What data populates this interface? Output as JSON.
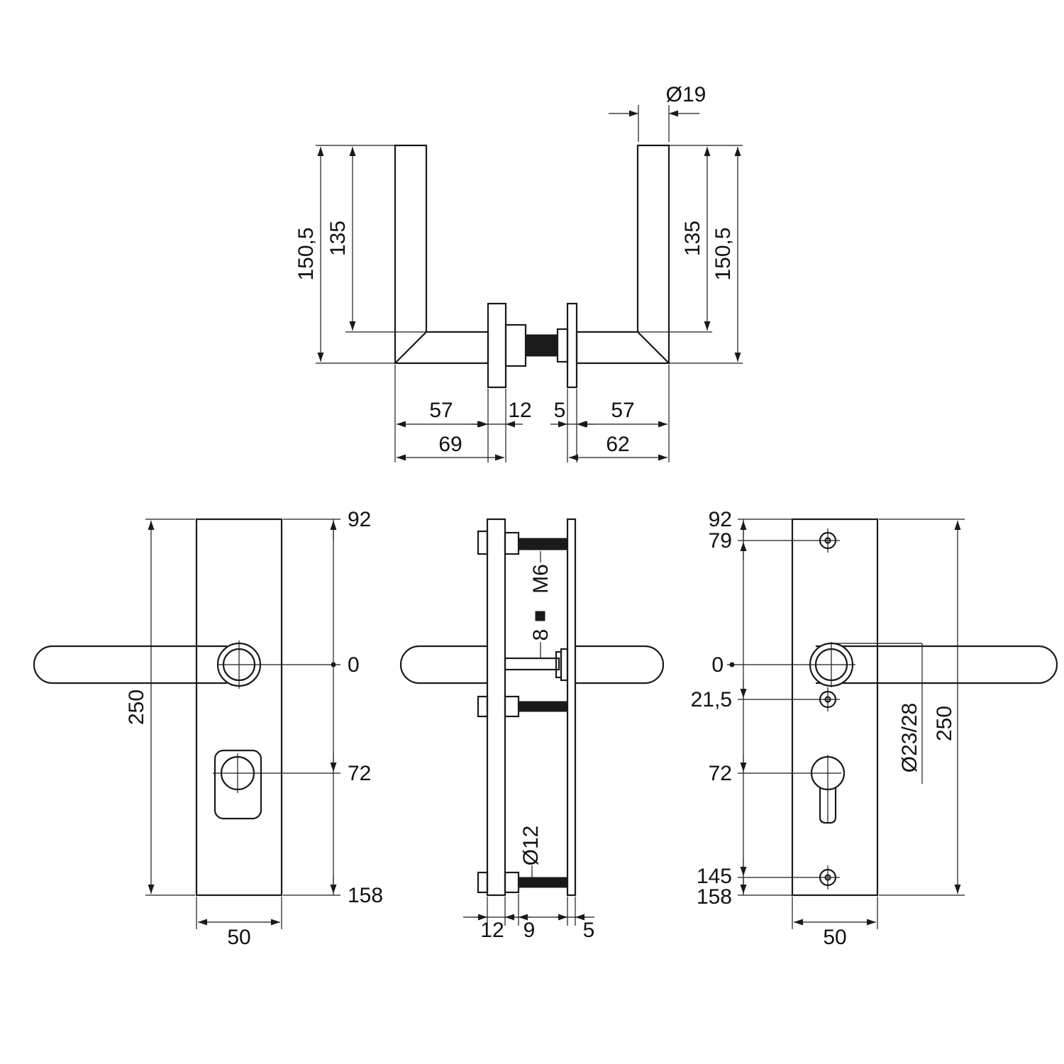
{
  "drawing": {
    "type": "technical-dimension-drawing",
    "subject": "door handle with security backplates",
    "colors": {
      "ink": "#1a1a1a",
      "background": "#ffffff"
    }
  },
  "views": {
    "top": {
      "dia19": "Ø19",
      "left_outer": "150,5",
      "left_inner": "135",
      "right_inner": "135",
      "right_outer": "150,5",
      "w57l": "57",
      "w12": "12",
      "w5": "5",
      "w57r": "57",
      "w69": "69",
      "w62": "62"
    },
    "front_exterior": {
      "p92": "92",
      "p0": "0",
      "p72": "72",
      "p158": "158",
      "h250": "250",
      "w50": "50"
    },
    "side": {
      "m6": "M6",
      "sq8": "8",
      "dia12": "Ø12",
      "t12": "12",
      "t9": "9",
      "t5": "5"
    },
    "front_interior": {
      "p92": "92",
      "p79": "79",
      "p0": "0",
      "p21_5": "21,5",
      "p72": "72",
      "p145": "145",
      "p158": "158",
      "dia23_28": "Ø23/28",
      "h250": "250",
      "w50": "50"
    }
  }
}
